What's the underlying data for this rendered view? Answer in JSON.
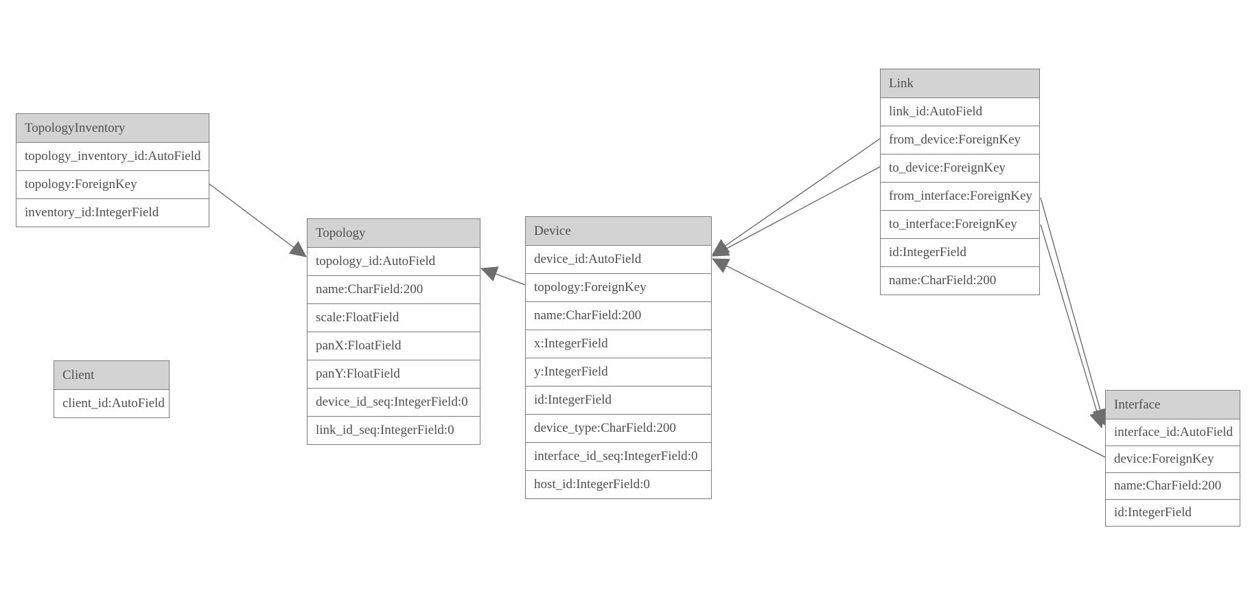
{
  "diagram": {
    "type": "entity-relationship-model-diagram",
    "background": "#ffffff",
    "colors": {
      "header_fill": "#d3d3d3",
      "row_fill": "#ffffff",
      "border": "#7b7b7b",
      "text": "#4e4e4e",
      "edge_line": "#616161",
      "arrowhead_fill": "#6e6e6e"
    },
    "entities": [
      {
        "id": "topology_inventory",
        "title": "TopologyInventory",
        "fields": [
          "topology_inventory_id:AutoField",
          "topology:ForeignKey",
          "inventory_id:IntegerField"
        ]
      },
      {
        "id": "topology",
        "title": "Topology",
        "fields": [
          "topology_id:AutoField",
          "name:CharField:200",
          "scale:FloatField",
          "panX:FloatField",
          "panY:FloatField",
          "device_id_seq:IntegerField:0",
          "link_id_seq:IntegerField:0"
        ]
      },
      {
        "id": "client",
        "title": "Client",
        "fields": [
          "client_id:AutoField"
        ]
      },
      {
        "id": "device",
        "title": "Device",
        "fields": [
          "device_id:AutoField",
          "topology:ForeignKey",
          "name:CharField:200",
          "x:IntegerField",
          "y:IntegerField",
          "id:IntegerField",
          "device_type:CharField:200",
          "interface_id_seq:IntegerField:0",
          "host_id:IntegerField:0"
        ]
      },
      {
        "id": "link",
        "title": "Link",
        "fields": [
          "link_id:AutoField",
          "from_device:ForeignKey",
          "to_device:ForeignKey",
          "from_interface:ForeignKey",
          "to_interface:ForeignKey",
          "id:IntegerField",
          "name:CharField:200"
        ]
      },
      {
        "id": "interface",
        "title": "Interface",
        "fields": [
          "interface_id:AutoField",
          "device:ForeignKey",
          "name:CharField:200",
          "id:IntegerField"
        ]
      }
    ],
    "relations": [
      {
        "from_entity": "TopologyInventory",
        "from_field": "topology",
        "to_entity": "Topology",
        "to_field": "topology_id"
      },
      {
        "from_entity": "Device",
        "from_field": "topology",
        "to_entity": "Topology",
        "to_field": "topology_id"
      },
      {
        "from_entity": "Link",
        "from_field": "from_device",
        "to_entity": "Device",
        "to_field": "device_id"
      },
      {
        "from_entity": "Link",
        "from_field": "to_device",
        "to_entity": "Device",
        "to_field": "device_id"
      },
      {
        "from_entity": "Link",
        "from_field": "from_interface",
        "to_entity": "Interface",
        "to_field": "interface_id"
      },
      {
        "from_entity": "Link",
        "from_field": "to_interface",
        "to_entity": "Interface",
        "to_field": "interface_id"
      },
      {
        "from_entity": "Interface",
        "from_field": "device",
        "to_entity": "Device",
        "to_field": "device_id"
      }
    ]
  }
}
